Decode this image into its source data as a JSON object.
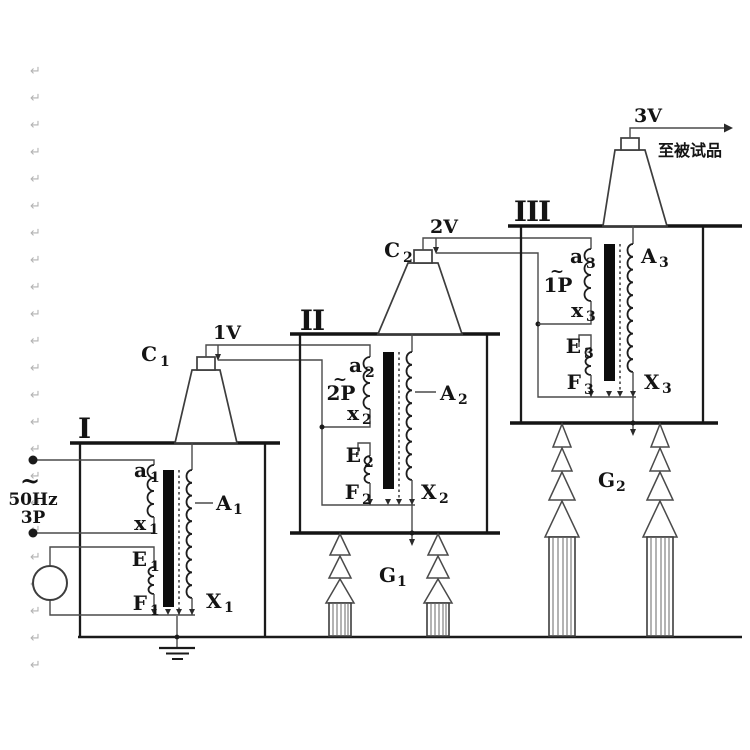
{
  "diagram": {
    "description_domain": "cascade high-voltage test transformer schematic",
    "artifact": {
      "return_marks": "↵\n↵\n↵\n↵\n↵\n↵\n↵\n↵\n↵\n↵\n↵\n↵\n↵\n↵\n↵\n↵\n↵\n↵\n↵\n↵\n↵\n↵\n↵"
    },
    "source": {
      "wave": "~",
      "frequency": "50Hz",
      "phases": "3P"
    },
    "links": {
      "v1_label": "1V",
      "v2_label": "2V"
    },
    "output": {
      "v3_label": "3V",
      "arrow_text": "至被试品"
    },
    "capacitors": [
      {
        "main": "C",
        "sub": "1"
      },
      {
        "main": "C",
        "sub": "2"
      }
    ],
    "supports": [
      {
        "main": "G",
        "sub": "1"
      },
      {
        "main": "G",
        "sub": "2"
      }
    ],
    "stages": [
      {
        "numeral": "I",
        "primary": {
          "top_main": "a",
          "top_sub": "1",
          "bottom_main": "x",
          "bottom_sub": "1"
        },
        "excitation": {
          "top_main": "E",
          "top_sub": "1",
          "bottom_main": "F",
          "bottom_sub": "1"
        },
        "hv": {
          "top_main": "A",
          "top_sub": "1",
          "bottom_main": "X",
          "bottom_sub": "1"
        }
      },
      {
        "numeral": "II",
        "instrument": {
          "tilde": "~",
          "text": "2P"
        },
        "primary": {
          "top_main": "a",
          "top_sub": "2",
          "bottom_main": "x",
          "bottom_sub": "2"
        },
        "excitation": {
          "top_main": "E",
          "top_sub": "2",
          "bottom_main": "F",
          "bottom_sub": "2"
        },
        "hv": {
          "top_main": "A",
          "top_sub": "2",
          "bottom_main": "X",
          "bottom_sub": "2"
        }
      },
      {
        "numeral": "III",
        "instrument": {
          "tilde": "~",
          "text": "1P"
        },
        "primary": {
          "top_main": "a",
          "top_sub": "3",
          "bottom_main": "x",
          "bottom_sub": "3"
        },
        "excitation": {
          "top_main": "E",
          "top_sub": "3",
          "bottom_main": "F",
          "bottom_sub": "3"
        },
        "hv": {
          "top_main": "A",
          "top_sub": "3",
          "bottom_main": "X",
          "bottom_sub": "3"
        }
      }
    ]
  }
}
